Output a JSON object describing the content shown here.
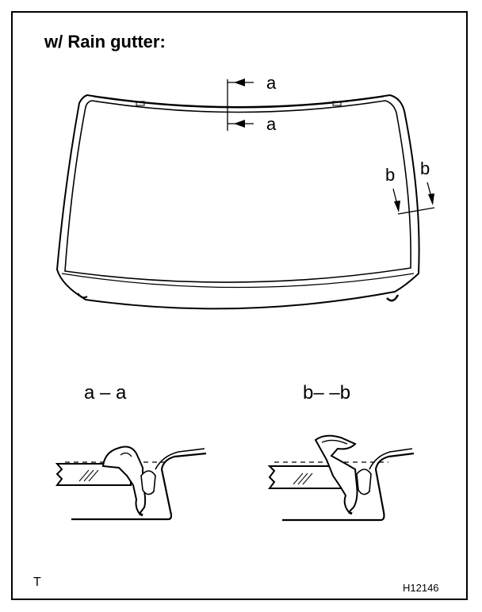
{
  "title": "w/ Rain gutter:",
  "section_marks": {
    "a_top": "a",
    "a_bottom": "a",
    "b_left": "b",
    "b_right": "b"
  },
  "section_views": {
    "a_a": "a – a",
    "b_b": "b– –b"
  },
  "corner_mark": "T",
  "figure_code": "H12146"
}
